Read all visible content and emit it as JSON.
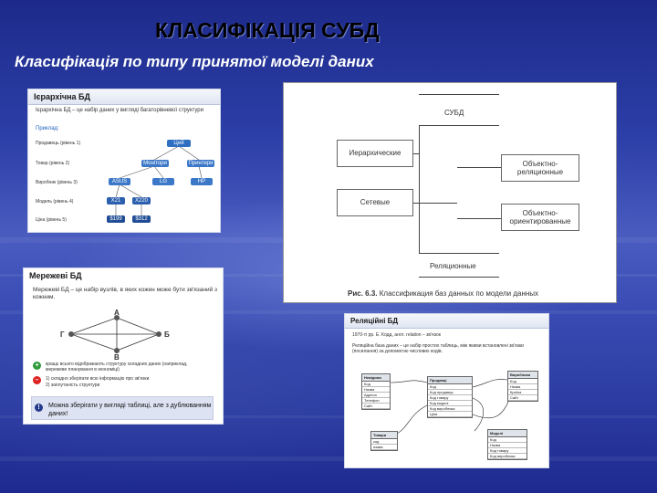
{
  "slide": {
    "title": "КЛАСИФІКАЦІЯ СУБД",
    "subtitle": "Класифікація по типу принятої моделі даних"
  },
  "hier_card": {
    "heading": "Ієрархічна БД",
    "definition": "Ієрархічна БД – це набір даних у вигляді багаторівневої структури",
    "example_label": "Приклад:",
    "levels": [
      "Продавець (рівень 1)",
      "Товар (рівень 2)",
      "Виробник (рівень 3)",
      "Модель (рівень 4)",
      "Ціна (рівень 5)"
    ],
    "nodes": {
      "root": "Цей",
      "l2": [
        "Монітори",
        "Принтери"
      ],
      "l3": [
        "ASUS",
        "LG",
        "HP"
      ],
      "l4": [
        "X21",
        "X220"
      ],
      "l5": [
        "$199",
        "$312"
      ]
    }
  },
  "net_card": {
    "heading": "Мережеві БД",
    "definition": "Мережеві БД – це набір вузлів, в яких кожен може бути зв'язаний з кожним.",
    "nodes": [
      "А",
      "Г",
      "Б",
      "В"
    ],
    "plus_text": "кращє всього відображають структуру складних даних (наприклад, мережеве планування в економіці)",
    "minus_items": [
      "1) складно зберігати всю інформацію про зв'язки",
      "2) заплутаність структури"
    ],
    "note": "Можна зберігати у вигляді таблиці, але з дублюванням даних!"
  },
  "dbms_card": {
    "root": "СУБД",
    "left_boxes": [
      "Иерархические",
      "Сетевые"
    ],
    "right_boxes": [
      "Объектно-реляционные",
      "Объектно-ориентированные"
    ],
    "bottom": "Реляционные",
    "caption_prefix": "Рис. 6.3.",
    "caption_text": "Классификация баз данных по модели данных"
  },
  "rel_card": {
    "heading": "Реляційні БД",
    "line1": "1970-ті рр. Е. Кодд, англ. relation – зв'язок",
    "line2": "Реляційна база даних – це набір простих таблиць, між якими встановлені зв'язки (посилання) за допомогою числових кодів.",
    "tables": {
      "t1": {
        "title": "Невідомо",
        "rows": [
          "Код",
          "Назва",
          "Адреса",
          "Телефон",
          "Сайт"
        ]
      },
      "t2": {
        "title": "Продавці",
        "rows": [
          "Код",
          "Код продавця",
          "Код товару",
          "Код моделі",
          "Код виробника",
          "Ціна"
        ]
      },
      "t3": {
        "title": "Виробники",
        "rows": [
          "Код",
          "Назва",
          "Країна",
          "Сайт"
        ]
      },
      "t4": {
        "title": "Товари",
        "rows": [
          "код",
          "назва"
        ]
      },
      "t5": {
        "title": "Моделі",
        "rows": [
          "Код",
          "Назва",
          "Код товару",
          "Код виробника"
        ]
      }
    }
  }
}
